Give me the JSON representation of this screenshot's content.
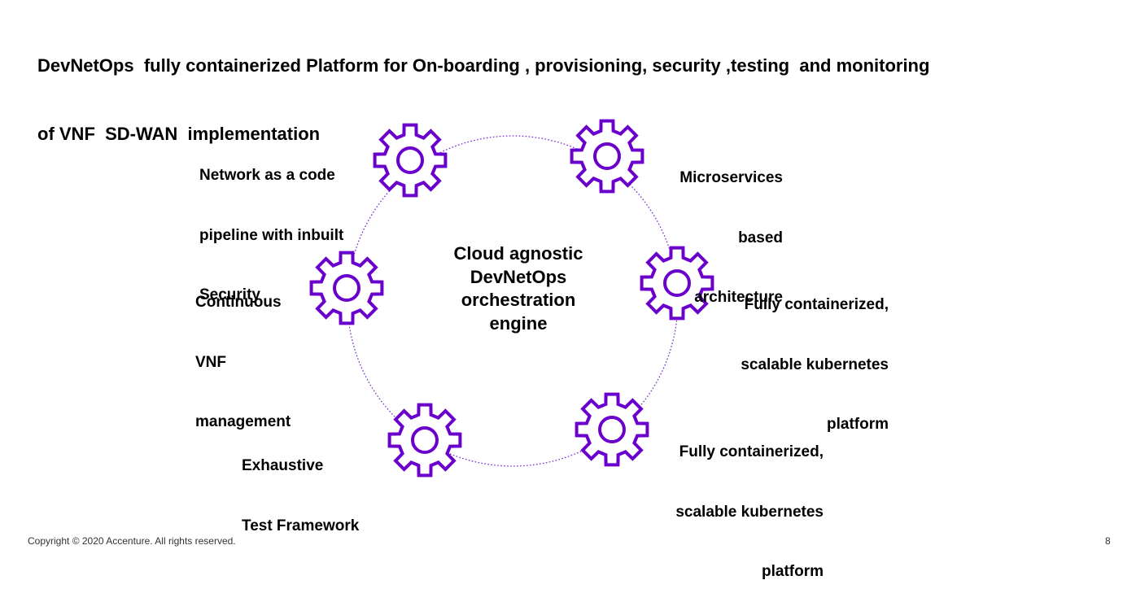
{
  "title": {
    "line1": "DevNetOps  fully containerized Platform for On-boarding , provisioning, security ,testing  and monitoring",
    "line2": "of VNF  SD-WAN  implementation"
  },
  "center_label": {
    "line1": "Cloud agnostic",
    "line2": "DevNetOps",
    "line3": "orchestration",
    "line4": "engine"
  },
  "nodes": {
    "network_code": {
      "line1": "Network as a code",
      "line2": "pipeline with inbuilt",
      "line3": "Security"
    },
    "microservices": {
      "line1": "Microservices",
      "line2": "based",
      "line3": "architecture"
    },
    "continuous_vnf": {
      "line1": "Continuous",
      "line2": "VNF",
      "line3": "management"
    },
    "containerized_mid": {
      "line1": "Fully containerized,",
      "line2": "scalable kubernetes",
      "line3": "platform"
    },
    "test_framework": {
      "line1": "Exhaustive",
      "line2": "Test Framework"
    },
    "containerized_bottom": {
      "line1": "Fully containerized,",
      "line2": "scalable kubernetes",
      "line3": "platform"
    }
  },
  "icons": {
    "gear": "gear-icon"
  },
  "colors": {
    "gear_stroke": "#6a00cc",
    "ring": "#7b2fd0"
  },
  "footer": {
    "copyright": "Copyright © 2020 Accenture. All rights reserved.",
    "page_number": "8"
  }
}
